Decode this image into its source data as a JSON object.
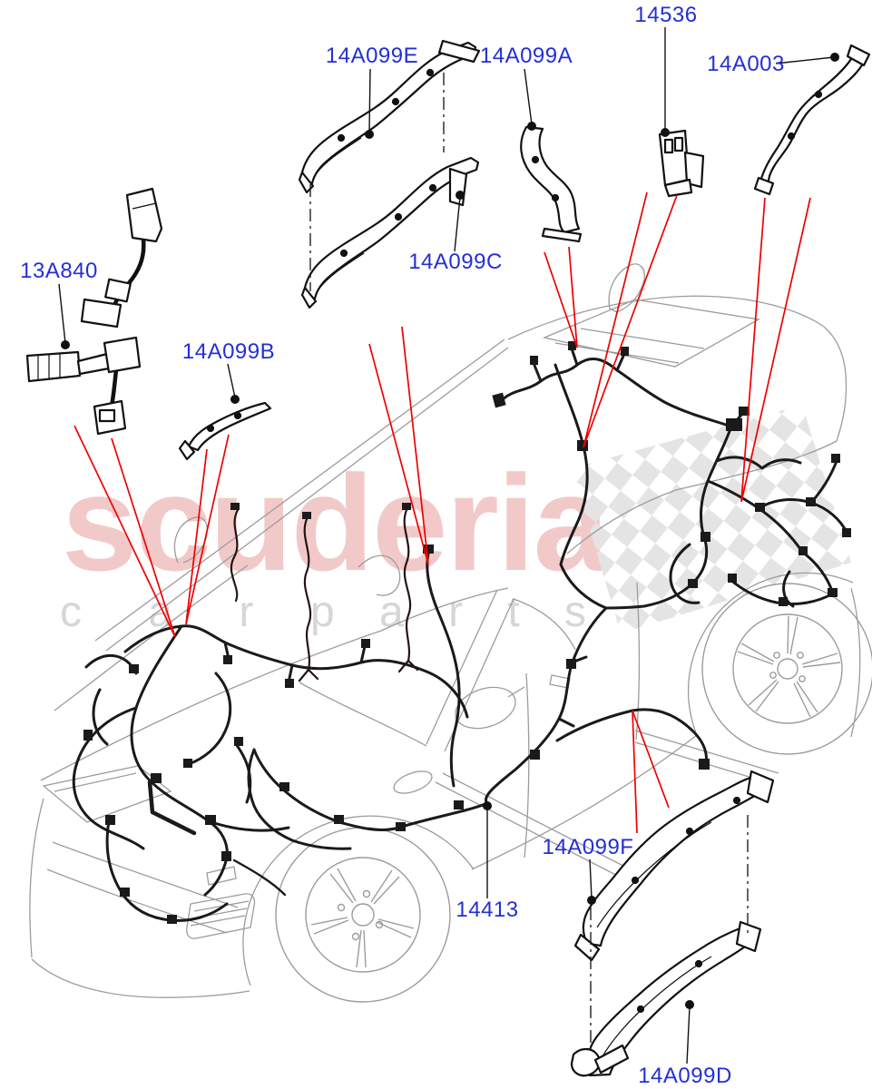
{
  "diagram": {
    "title_hint": "vehicle wiring harness parts diagram",
    "watermark": {
      "brand": "scuderia",
      "word_car": "c a r",
      "word_parts": "p a r t s"
    },
    "parts": [
      {
        "label": "14A099E"
      },
      {
        "label": "14A099A"
      },
      {
        "label": "14536"
      },
      {
        "label": "14A003"
      },
      {
        "label": "13A840"
      },
      {
        "label": "14A099B"
      },
      {
        "label": "14A099C"
      },
      {
        "label": "14A099F"
      },
      {
        "label": "14413"
      },
      {
        "label": "14A099D"
      }
    ],
    "colors": {
      "label_blue": "#232fd6",
      "leader_red": "#f00000",
      "harness_black": "#1a1a1a",
      "car_outline_gray": "#9c9c9c",
      "watermark_pink": "#f2c9c9",
      "watermark_gray": "#d6d6d6",
      "checker_gray": "#e4e4e4"
    }
  }
}
